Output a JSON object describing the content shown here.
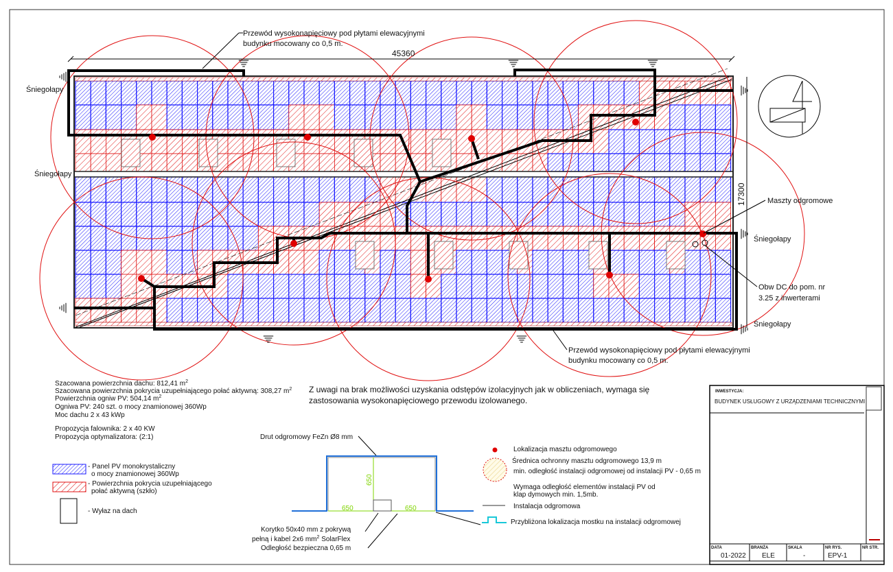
{
  "drawing": {
    "dimension_width": "45360",
    "dimension_height": "17300",
    "labels": {
      "hv_cable_top": [
        "Przewód wysokonapięciowy pod płytami elewacyjnymi",
        "budynku mocowany co 0,5 m."
      ],
      "hv_cable_bottom": [
        "Przewód wysokonapięciowy pod płytami elewacyjnymi",
        "budynku mocowany co 0,5 m."
      ],
      "snow_guards": "Śniegołapy",
      "lightning_masts": "Maszty odgromowe",
      "dc_circuit": [
        "Obw DC do pom. nr",
        "3.25 z inwerterami"
      ]
    }
  },
  "stats": {
    "roof_area": "Szacowana powierzchnia dachu: 812,41 m",
    "active_cover_area": "Szacowana powierzchnia pokrycia uzupełniającego połać aktywną: 308,27 m",
    "pv_area": "Powierzchnia ogniw PV: 504,14 m",
    "pv_cells": "Ogniwa PV: 240 szt.   o mocy znamionowej 360Wp",
    "roof_power": "Moc dachu 2 x 43 kWp",
    "inverter": "Propozycja falownika: 2 x 40 KW",
    "optimizer": "Propozycja optymalizatora: (2:1)",
    "sup": "2"
  },
  "note": [
    "Z uwagi na brak możliwości uzyskania odstępów izolacyjnych jak w obliczeniach, wymaga się",
    "zastosowania wysokonapięciowego przewodu izolowanego."
  ],
  "legend_left": {
    "pv_panel": [
      "- Panel PV monokrystaliczny",
      "o mocy znamionowej 360Wp"
    ],
    "cover": [
      "- Powierzchnia pokrycia uzupełniającego",
      "połać aktywną (szkło)"
    ],
    "roof_exit": "- Wyłaz na dach"
  },
  "detail": {
    "wire": "Drut odgromowy FeZn Ø8 mm",
    "dim": "650",
    "tray": [
      "Korytko 50x40 mm z pokrywą",
      "pełną i kabel 2x6 mm",
      "SolarFlex",
      "Odległość bezpieczna 0,65 m"
    ],
    "sup": "2"
  },
  "legend_right": {
    "mast_location": "Lokalizacja masztu odgromowego",
    "protection": [
      "Średnica ochronny masztu odgromowego 13,9 m",
      "min. odległość instalacji odgromowej od instalacji PV - 0,65 m"
    ],
    "smoke_vents": [
      "Wymaga odległość elementów instalacji PV od",
      "klap dymowych min. 1,5mb."
    ],
    "lightning_install": "Instalacja odgromowa",
    "bridge": "Przybliżona lokalizacja mostku na instalacji odgromowej"
  },
  "title_block": {
    "investment_label": "INWESTYCJA:",
    "investment": "BUDYNEK USŁUGOWY Z URZĄDZENIAMI TECHNICZNYMI",
    "date_label": "DATA",
    "date": "01-2022",
    "branch_label": "BRANŻA",
    "branch": "ELE",
    "scale_label": "SKALA",
    "scale": "-",
    "drawing_no_label": "NR RYS.",
    "drawing_no": "EPV-1",
    "page_no_label": "NR STR."
  },
  "colors": {
    "pv_blue": "#1a1aff",
    "cover_red": "#e01010",
    "wire": "#000000",
    "detail_blue": "#1e6fd8",
    "detail_green": "#7fd400",
    "bridge_cyan": "#18c8d8"
  }
}
